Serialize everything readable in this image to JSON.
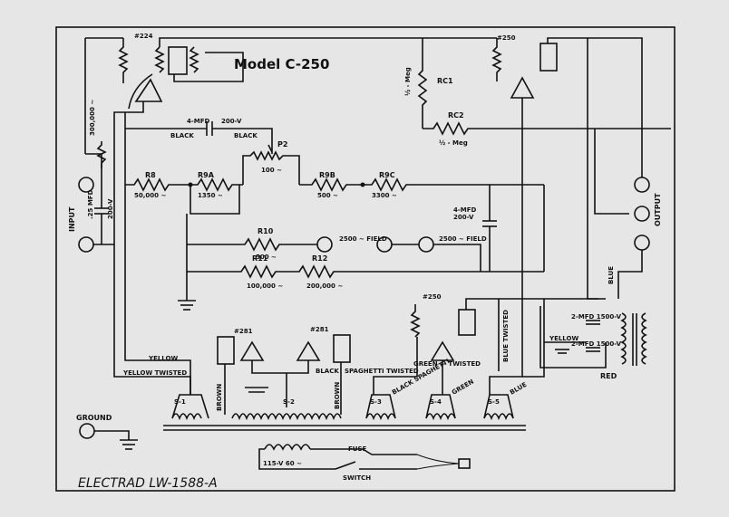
{
  "title": "Model C-250",
  "footer": "ELECTRAD LW-1588-A",
  "tubes": {
    "t224": "#224",
    "t250a": "#250",
    "t250b": "#250",
    "t281a": "#281",
    "t281b": "#281"
  },
  "resistors": {
    "rc1_name": "RC1",
    "rc1_value": "½ - Meg",
    "rc2_name": "RC2",
    "rc2_value": "½ - Meg",
    "p2_name": "P2",
    "p2_value": "100 ~",
    "r8_name": "R8",
    "r8_value": "50,000 ~",
    "r9a_name": "R9A",
    "r9a_value": "1350 ~",
    "r9b_name": "R9B",
    "r9b_value": "500 ~",
    "r9c_name": "R9C",
    "r9c_value": "3300 ~",
    "r10_name": "R10",
    "r10_value": "500 ~",
    "r11_name": "R11",
    "r11_value": "100,000 ~",
    "r12_name": "R12",
    "r12_value": "200,000 ~",
    "rin_value": "300,000 ~"
  },
  "capacitors": {
    "c_top_a": "4-MFD",
    "c_top_b": "200-V",
    "c_input_a": ".25 MFD",
    "c_input_b": "200-V",
    "c_mid_a": "4-MFD",
    "c_mid_b": "200-V",
    "c_out_a": "2-MFD 1500-V",
    "c_out_b": "2-MFD 1500-V"
  },
  "labels": {
    "input": "INPUT",
    "output": "OUTPUT",
    "ground": "GROUND",
    "field1": "2500 ~ FIELD",
    "field2": "2500 ~ FIELD",
    "black": "BLACK",
    "black2": "BLACK",
    "black3": "BLACK",
    "yellow": "YELLOW",
    "yellow_twisted": "YELLOW TWISTED",
    "yellow2": "YELLOW",
    "brown": "BROWN",
    "brown2": "BROWN",
    "spaghetti": "SPAGHETTI TWISTED",
    "black_spaghetti": "BLACK SPAGHETTI",
    "green_twisted": "GREEN — TWISTED",
    "green": "GREEN",
    "blue_twisted": "BLUE TWISTED",
    "blue": "BLUE",
    "blue2": "BLUE",
    "red": "RED",
    "s1": "S-1",
    "s2": "S-2",
    "s3": "S-3",
    "s4": "S-4",
    "s5": "S-5",
    "fuse": "FUSE",
    "switch": "SWITCH",
    "mains": "115-V 60 ~"
  }
}
